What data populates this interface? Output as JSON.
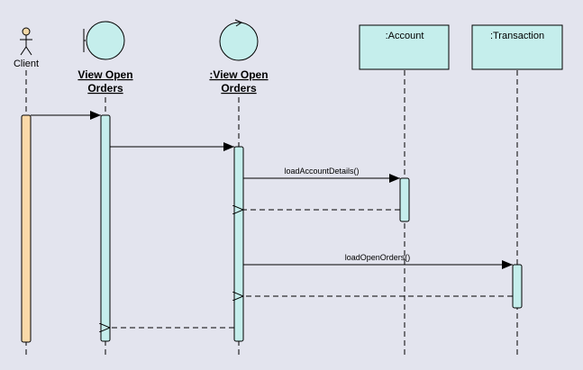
{
  "diagram": {
    "participants": {
      "client": {
        "label": "Client",
        "type": "actor"
      },
      "boundary": {
        "label_line1": "View Open",
        "label_line2": "Orders",
        "type": "boundary"
      },
      "control": {
        "label_line1": ":View Open",
        "label_line2": "Orders",
        "type": "control"
      },
      "account": {
        "label": ":Account",
        "type": "entity-class"
      },
      "transaction": {
        "label": ":Transaction",
        "type": "entity-class"
      }
    },
    "messages": [
      {
        "from": "client",
        "to": "boundary",
        "label": "",
        "kind": "sync"
      },
      {
        "from": "boundary",
        "to": "control",
        "label": "",
        "kind": "sync"
      },
      {
        "from": "control",
        "to": "account",
        "label": "loadAccountDetails()",
        "kind": "sync"
      },
      {
        "from": "account",
        "to": "control",
        "label": "",
        "kind": "return"
      },
      {
        "from": "control",
        "to": "transaction",
        "label": "loadOpenOrders()",
        "kind": "sync"
      },
      {
        "from": "transaction",
        "to": "control",
        "label": "",
        "kind": "return"
      },
      {
        "from": "control",
        "to": "boundary",
        "label": "",
        "kind": "return"
      }
    ],
    "colors": {
      "background": "#e3e4ee",
      "class_box": "#c5eeec",
      "activation": "#c5eeec",
      "client_activation": "#fad9a8",
      "line": "#000000"
    }
  }
}
